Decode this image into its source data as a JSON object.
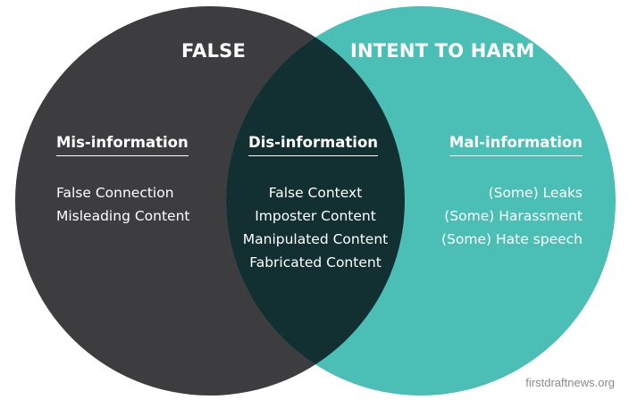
{
  "colors": {
    "false_circle": "#3d3c3e",
    "harm_circle": "#4bbfb6",
    "overlap": "#123031",
    "text": "#ffffff",
    "credit": "#8a8a8a"
  },
  "circles": {
    "false_title": "FALSE",
    "harm_title": "INTENT TO HARM"
  },
  "sections": {
    "mis": {
      "heading": "Mis-information",
      "items": [
        "False Connection",
        "Misleading Content"
      ]
    },
    "dis": {
      "heading": "Dis-information",
      "items": [
        "False Context",
        "Imposter Content",
        "Manipulated Content",
        "Fabricated Content"
      ]
    },
    "mal": {
      "heading": "Mal-information",
      "items": [
        "(Some) Leaks",
        "(Some) Harassment",
        "(Some) Hate speech"
      ]
    }
  },
  "credit": "firstdraftnews.org"
}
